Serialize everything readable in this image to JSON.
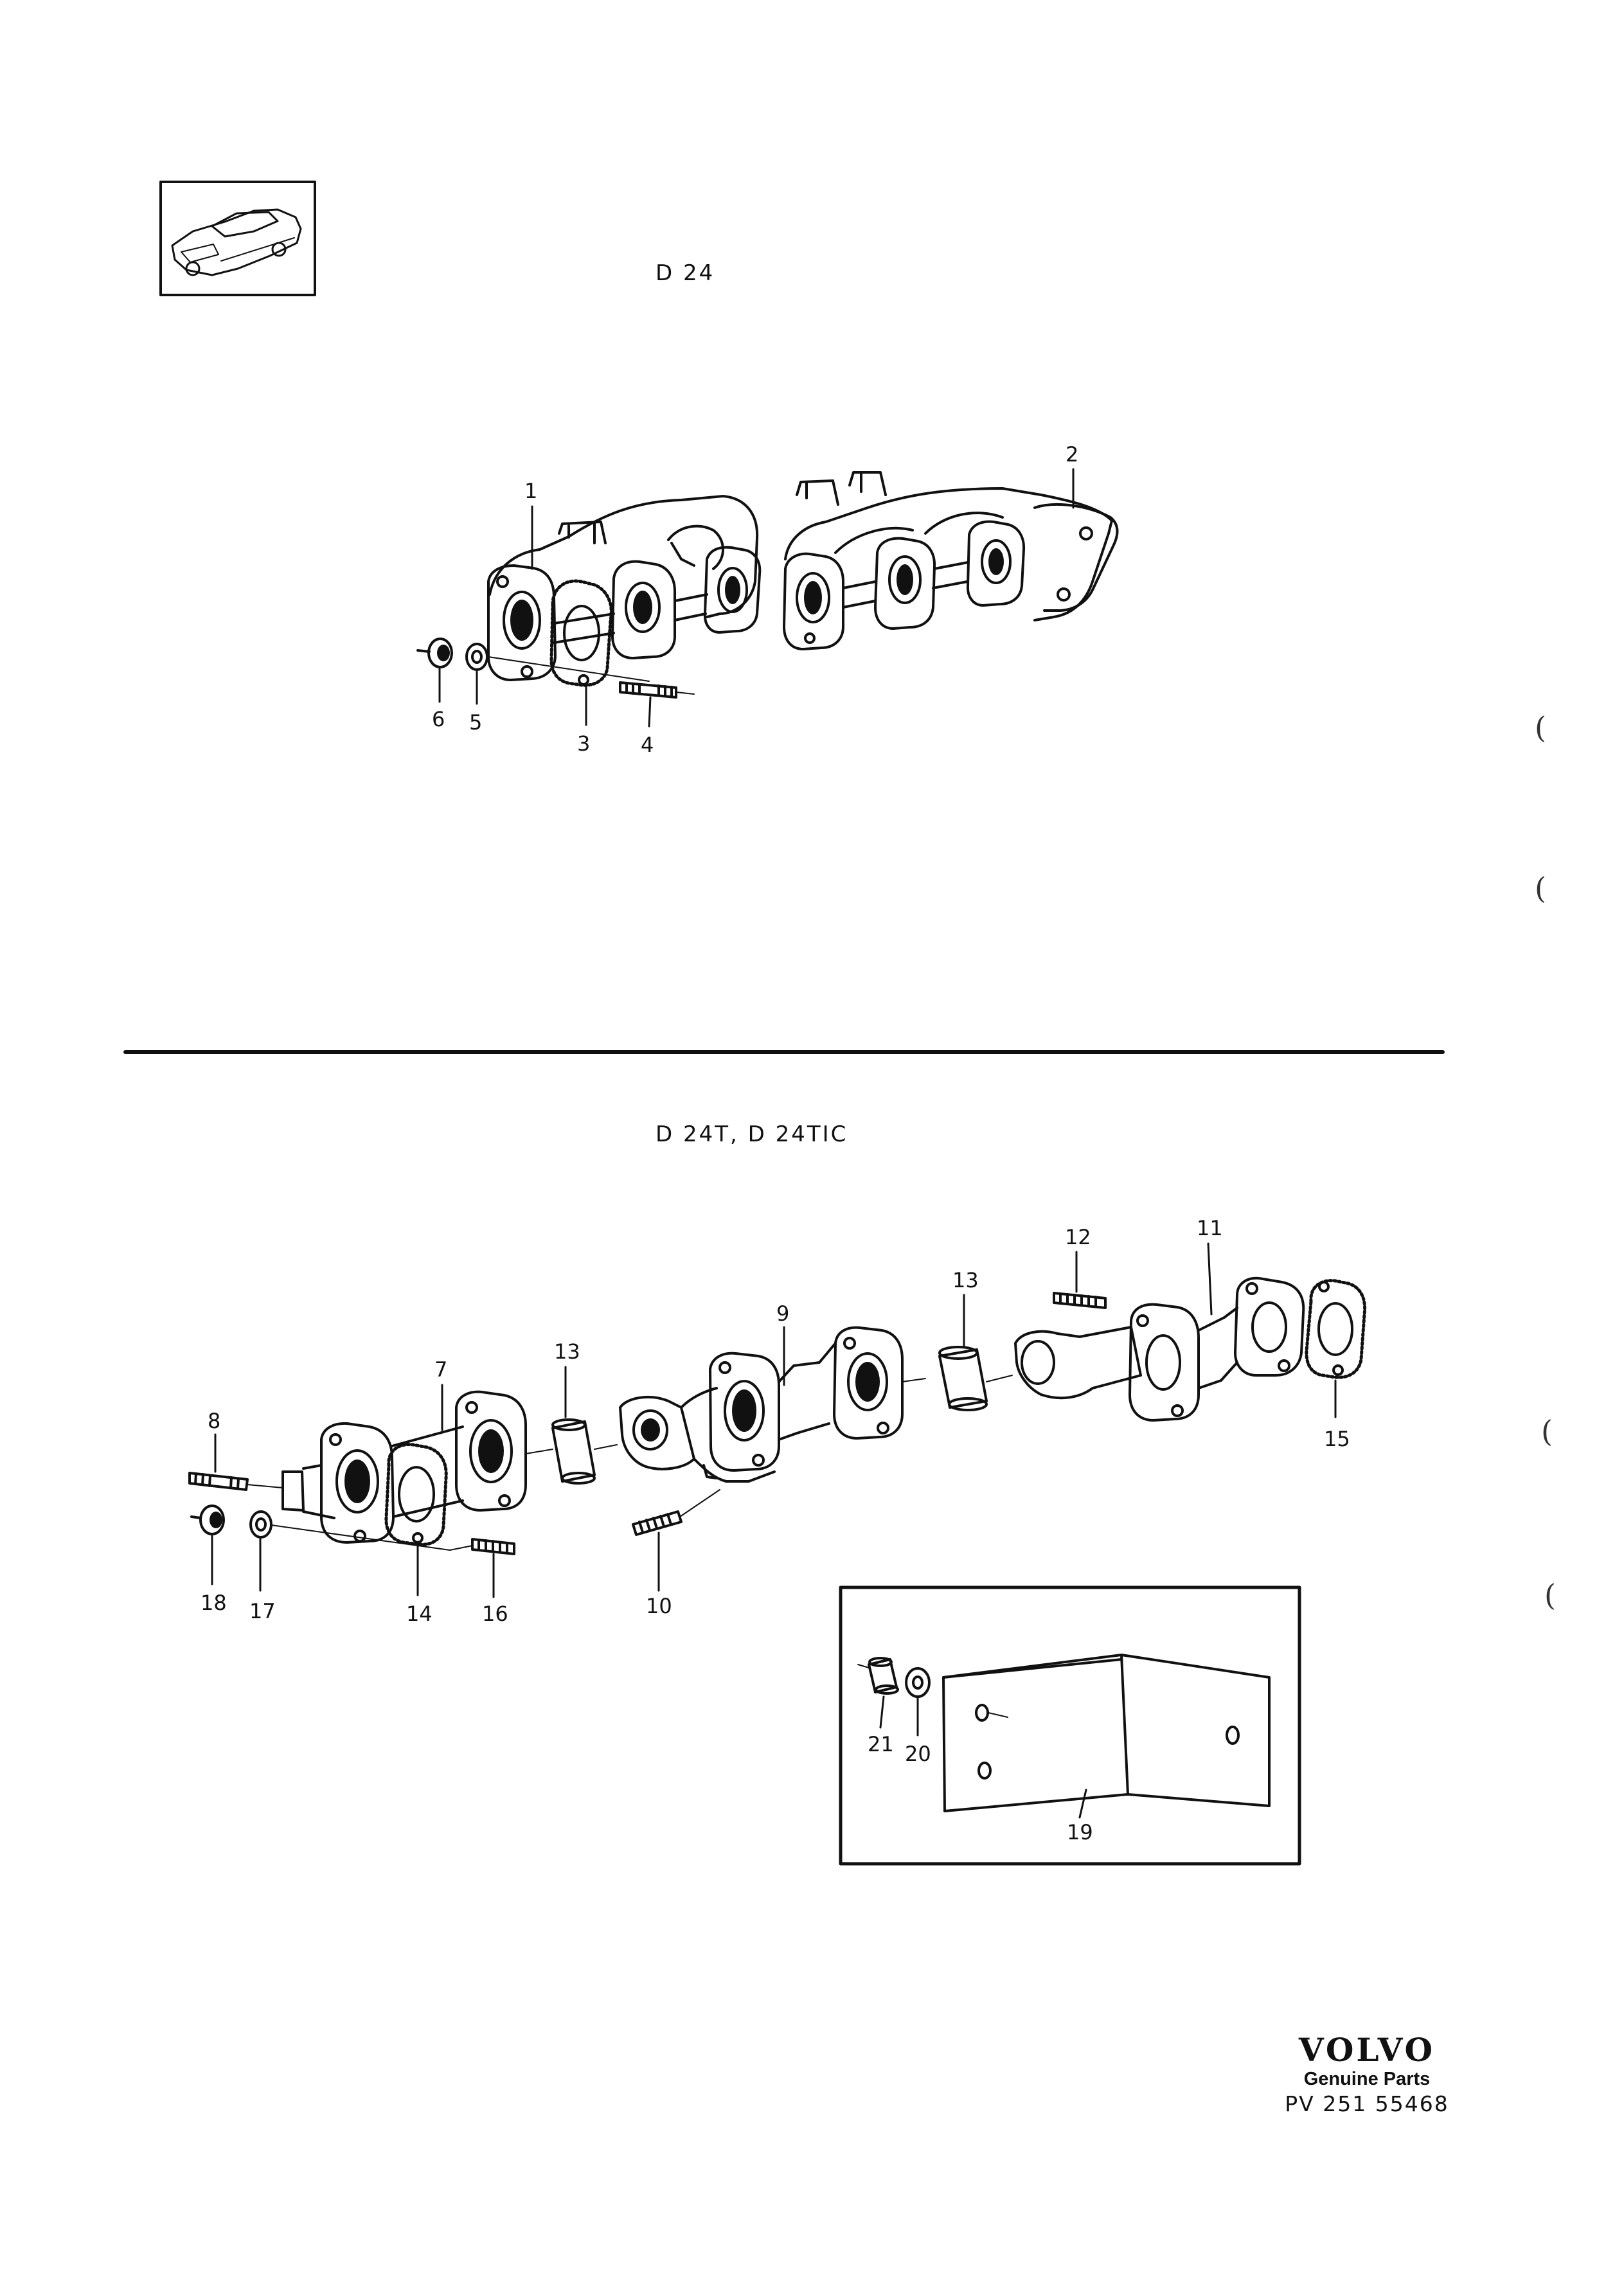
{
  "sections": [
    {
      "id": "upper",
      "title": "D 24"
    },
    {
      "id": "lower",
      "title": "D 24T, D 24TIC"
    }
  ],
  "callouts": [
    "1",
    "2",
    "3",
    "4",
    "5",
    "6",
    "7",
    "8",
    "9",
    "10",
    "11",
    "12",
    "13",
    "13",
    "14",
    "15",
    "16",
    "17",
    "18",
    "19",
    "20",
    "21"
  ],
  "brand": {
    "logo": "VOLVO",
    "tagline": "Genuine Parts",
    "part_number": "PV 251 55468"
  },
  "margin_marks": [
    "(",
    "(",
    "(",
    "("
  ]
}
